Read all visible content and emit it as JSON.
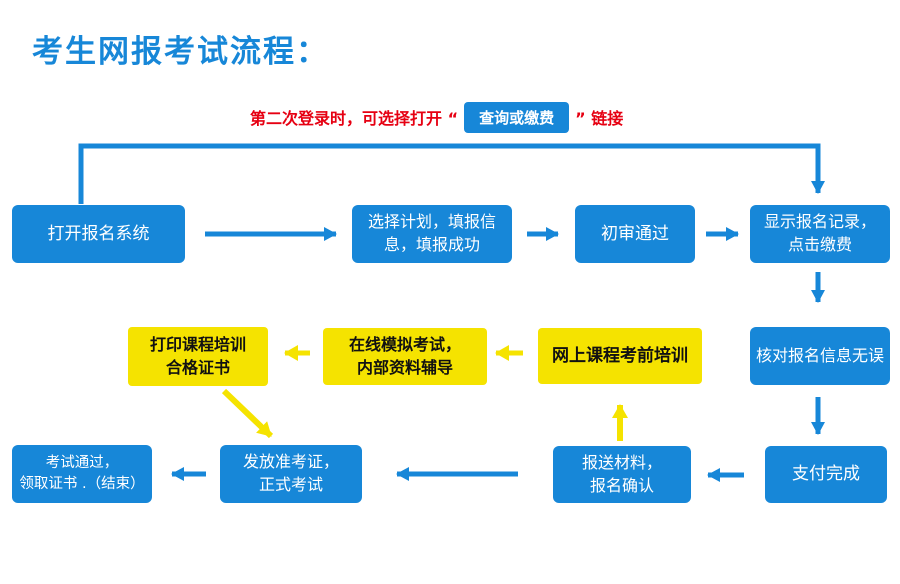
{
  "page": {
    "title": "考生网报考试流程："
  },
  "note": {
    "prefix": "第二次登录时，可选择打开 “",
    "button_label": "查询或缴费",
    "suffix": "” 链接"
  },
  "colors": {
    "accent_blue": "#1787d8",
    "highlight_yellow": "#f5e300",
    "note_red": "#e60012",
    "blue_box_text": "#ffffff",
    "yellow_box_text": "#111111"
  },
  "flowchart": {
    "boxes": [
      {
        "id": "open-system",
        "label": "打开报名系统"
      },
      {
        "id": "select-plan",
        "label": "选择计划，填报信\n息，填报成功"
      },
      {
        "id": "first-review",
        "label": "初审通过"
      },
      {
        "id": "show-record",
        "label": "显示报名记录，\n点击缴费"
      },
      {
        "id": "verify-info",
        "label": "核对报名信息无误"
      },
      {
        "id": "online-training",
        "label": "网上课程考前培训"
      },
      {
        "id": "mock-exam",
        "label": "在线模拟考试，\n内部资料辅导"
      },
      {
        "id": "print-cert",
        "label": "打印课程培训\n合格证书"
      },
      {
        "id": "pass-exam",
        "label": "考试通过，\n领取证书 .（结束）"
      },
      {
        "id": "issue-ticket",
        "label": "发放准考证，\n正式考试"
      },
      {
        "id": "submit-materials",
        "label": "报送材料，\n报名确认"
      },
      {
        "id": "payment-done",
        "label": "支付完成"
      }
    ]
  }
}
